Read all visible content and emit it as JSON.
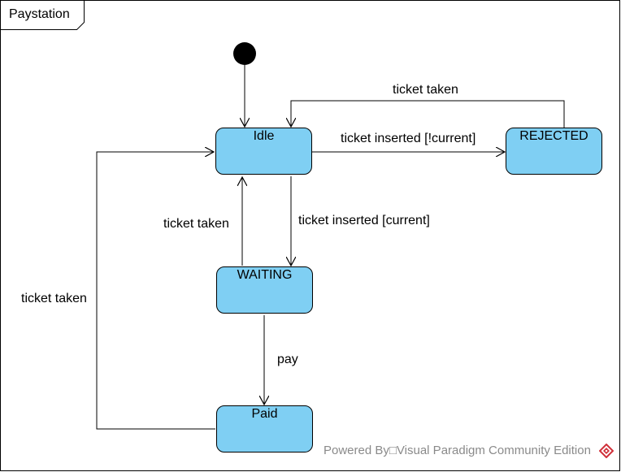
{
  "diagram": {
    "frame_title": "Paystation",
    "states": {
      "idle": "Idle",
      "rejected": "REJECTED",
      "waiting": "WAITING",
      "paid": "Paid"
    },
    "transitions": {
      "rejected_to_idle": "ticket taken",
      "idle_to_rejected": "ticket inserted [!current]",
      "idle_to_waiting": "ticket inserted [current]",
      "waiting_to_idle": "ticket taken",
      "waiting_to_paid": "pay",
      "paid_to_idle": "ticket taken"
    },
    "colors": {
      "state_fill": "#7fcff3",
      "line": "#000000",
      "watermark_text": "#8a8a8a",
      "logo": "#d0303a"
    }
  },
  "footer": {
    "watermark": "Powered By□Visual Paradigm Community Edition",
    "logo_icon": "visual-paradigm-logo-icon"
  }
}
